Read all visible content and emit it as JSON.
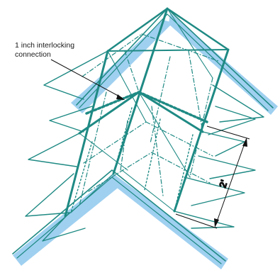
{
  "callout": {
    "line1": "1 inch interlocking",
    "line2": "connection"
  },
  "dimension": {
    "text": "2'"
  },
  "colors": {
    "frame": "#1f8a84",
    "shadow": "#9fd0f0",
    "leader": "#111111"
  }
}
